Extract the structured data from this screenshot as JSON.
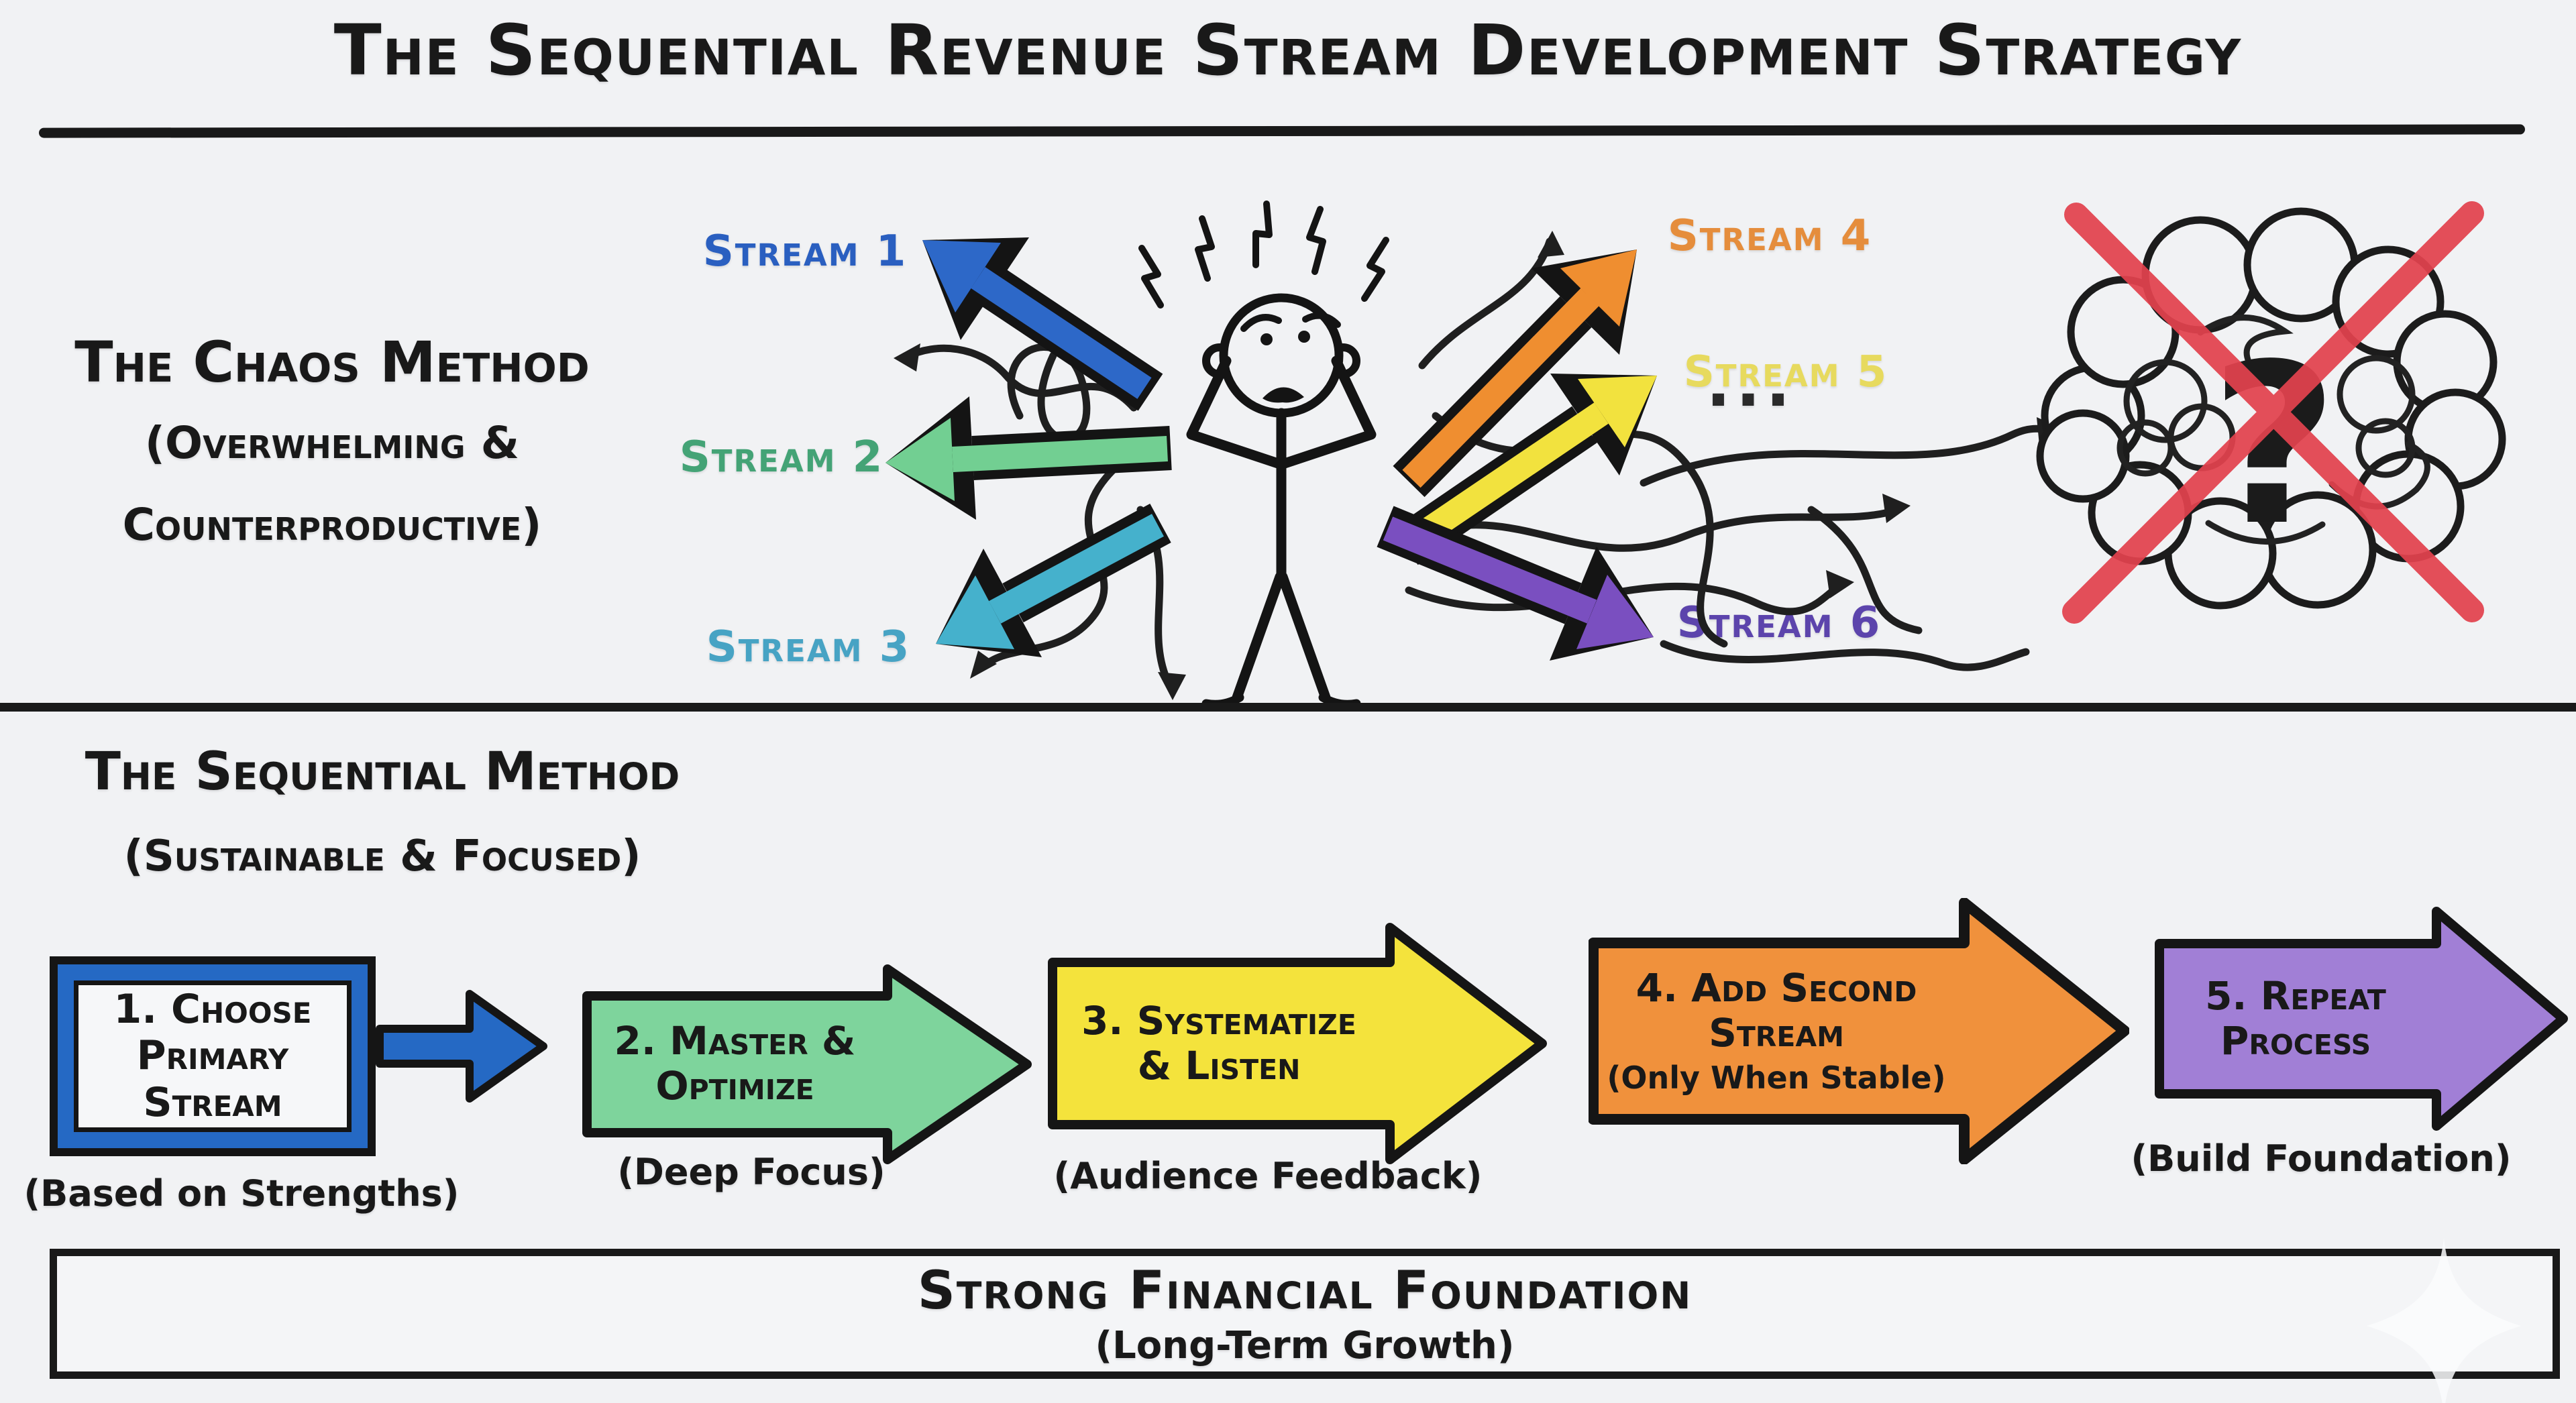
{
  "title": {
    "text": "The Sequential Revenue Stream Development Strategy"
  },
  "chaos": {
    "heading": "The Chaos Method",
    "subheading_line1": "(Overwhelming &",
    "subheading_line2": "Counterproductive)",
    "streams": [
      {
        "label": "Stream 1",
        "label_color": "#2a5fc0",
        "arrow_color": "#2d68c8"
      },
      {
        "label": "Stream 2",
        "label_color": "#44a376",
        "arrow_color": "#72cf92"
      },
      {
        "label": "Stream 3",
        "label_color": "#47a3c4",
        "arrow_color": "#45b1cc"
      },
      {
        "label": "Stream 4",
        "label_color": "#e58d3c",
        "arrow_color": "#ef8e30"
      },
      {
        "label": "Stream 5",
        "label_color": "#e7da5e",
        "arrow_color": "#f2e23e"
      },
      {
        "label": "Stream 6",
        "label_color": "#5c44ac",
        "arrow_color": "#7a4fc0"
      }
    ],
    "ellipsis": "...",
    "question_mark": "?",
    "cross_color": "#e2424e"
  },
  "sequential": {
    "heading": "The Sequential Method",
    "subheading": "(Sustainable & Focused)",
    "steps": [
      {
        "line1": "1. Choose",
        "line2": "Primary",
        "line3": "Stream",
        "caption": "(Based on Strengths)",
        "fill": "#2569c4"
      },
      {
        "line1": "2. Master &",
        "line2": "Optimize",
        "caption": "(Deep Focus)",
        "fill": "#7ed49c"
      },
      {
        "line1": "3. Systematize",
        "line2": "& Listen",
        "caption": "(Audience Feedback)",
        "fill": "#f4e33c"
      },
      {
        "line1": "4. Add Second",
        "line2": "Stream",
        "caption": "(Only When Stable)",
        "fill": "#f0913c"
      },
      {
        "line1": "5. Repeat",
        "line2": "Process",
        "caption": "(Build Foundation)",
        "fill": "#a17fd6"
      }
    ]
  },
  "foundation": {
    "title": "Strong Financial Foundation",
    "subtitle": "(Long-Term Growth)"
  }
}
